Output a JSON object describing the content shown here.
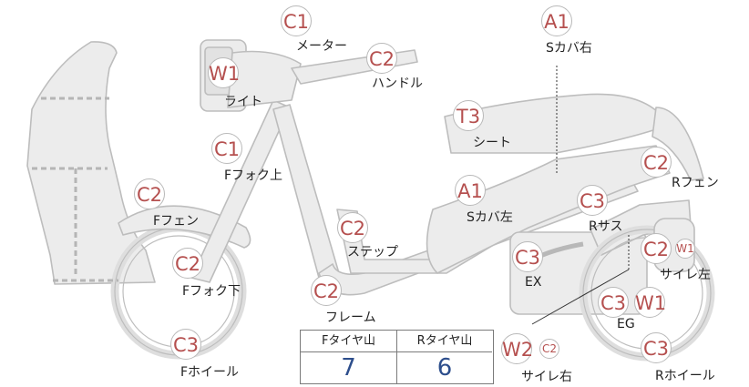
{
  "colors": {
    "part_fill": "#ececec",
    "part_stroke": "#bdbdbd",
    "bubble_text": "#b5504f",
    "value_text": "#2d4e8c"
  },
  "markers": [
    {
      "id": "meter",
      "code": "C1",
      "label": "メーター"
    },
    {
      "id": "handle",
      "code": "C2",
      "label": "ハンドル"
    },
    {
      "id": "light",
      "code": "W1",
      "label": "ライト"
    },
    {
      "id": "fork-upper",
      "code": "C1",
      "label": "Fフォク上"
    },
    {
      "id": "f-fender",
      "code": "C2",
      "label": "Fフェン"
    },
    {
      "id": "fork-lower",
      "code": "C2",
      "label": "Fフォク下"
    },
    {
      "id": "f-wheel",
      "code": "C3",
      "label": "Fホイール"
    },
    {
      "id": "step",
      "code": "C2",
      "label": "ステップ"
    },
    {
      "id": "frame",
      "code": "C2",
      "label": "フレーム"
    },
    {
      "id": "s-cover-right",
      "code": "A1",
      "label": "Sカバ右"
    },
    {
      "id": "seat",
      "code": "T3",
      "label": "シート"
    },
    {
      "id": "s-cover-left",
      "code": "A1",
      "label": "Sカバ左"
    },
    {
      "id": "r-fender",
      "code": "C2",
      "label": "Rフェン"
    },
    {
      "id": "r-suspension",
      "code": "C3",
      "label": "Rサス"
    },
    {
      "id": "exhaust",
      "code": "C3",
      "label": "EX"
    },
    {
      "id": "muffler-left",
      "code": "C2",
      "code2": "W1",
      "label": "サイレ左"
    },
    {
      "id": "engine",
      "code": "C3",
      "code2": "W1",
      "label": "EG"
    },
    {
      "id": "muffler-right",
      "code": "W2",
      "code2": "C2",
      "label": "サイレ右"
    },
    {
      "id": "r-wheel",
      "code": "C3",
      "label": "Rホイール"
    }
  ],
  "tread": {
    "front_header": "Fタイヤ山",
    "rear_header": "Rタイヤ山",
    "front_value": "7",
    "rear_value": "6"
  }
}
